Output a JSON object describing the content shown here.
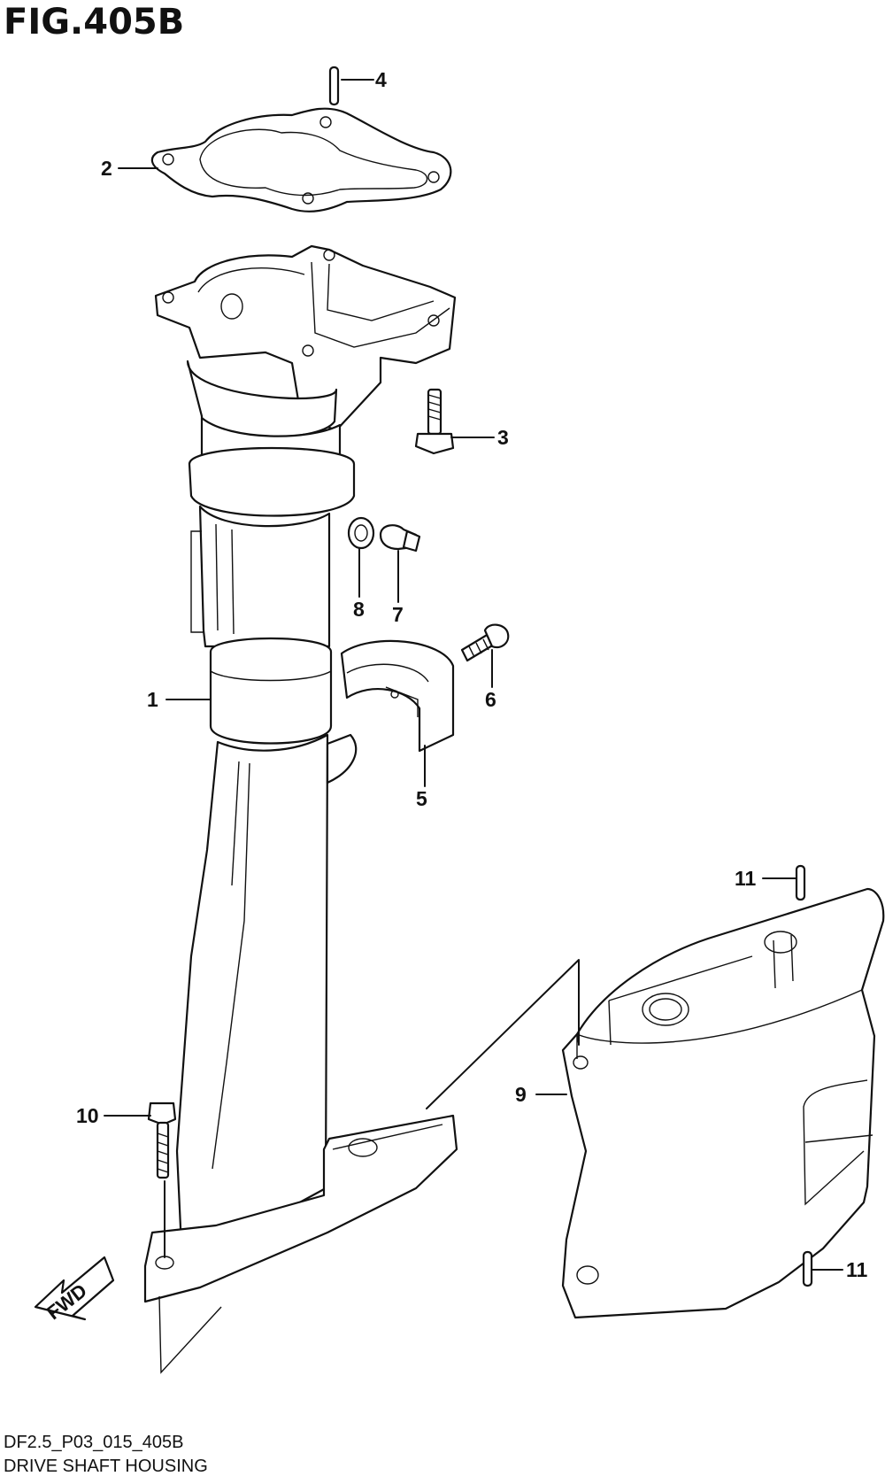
{
  "figure": {
    "title": "FIG.405B",
    "code": "DF2.5_P03_015_405B",
    "caption": "DRIVE SHAFT HOUSING",
    "direction_label": "FWD"
  },
  "callouts": [
    "1",
    "2",
    "3",
    "4",
    "5",
    "6",
    "7",
    "8",
    "9",
    "10",
    "11",
    "11"
  ]
}
